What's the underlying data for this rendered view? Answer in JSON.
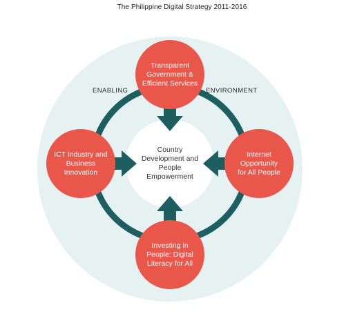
{
  "title": "The Philippine Digital Strategy 2011-2016",
  "labels": {
    "enabling": "ENABLING",
    "environment": "ENVIRONMENT"
  },
  "center": {
    "line1": "Country",
    "line2": "Development and",
    "line3": "People",
    "line4": "Empowerment"
  },
  "nodes": {
    "top": {
      "line1": "Transparent",
      "line2": "Government &",
      "line3": "Efficient Services"
    },
    "left": {
      "line1": "ICT Industry and",
      "line2": "Business",
      "line3": "Innovation"
    },
    "right": {
      "line1": "Internet",
      "line2": "Opportunity",
      "line3": "for All People"
    },
    "bottom": {
      "line1": "Investing in",
      "line2": "People: Digital",
      "line3": "Literacy for All"
    }
  },
  "colors": {
    "outer_circle": "#e6f1f2",
    "ring": "#1d5f60",
    "node": "#e9564a",
    "center": "#ffffff",
    "arrow": "#1d5f60"
  }
}
